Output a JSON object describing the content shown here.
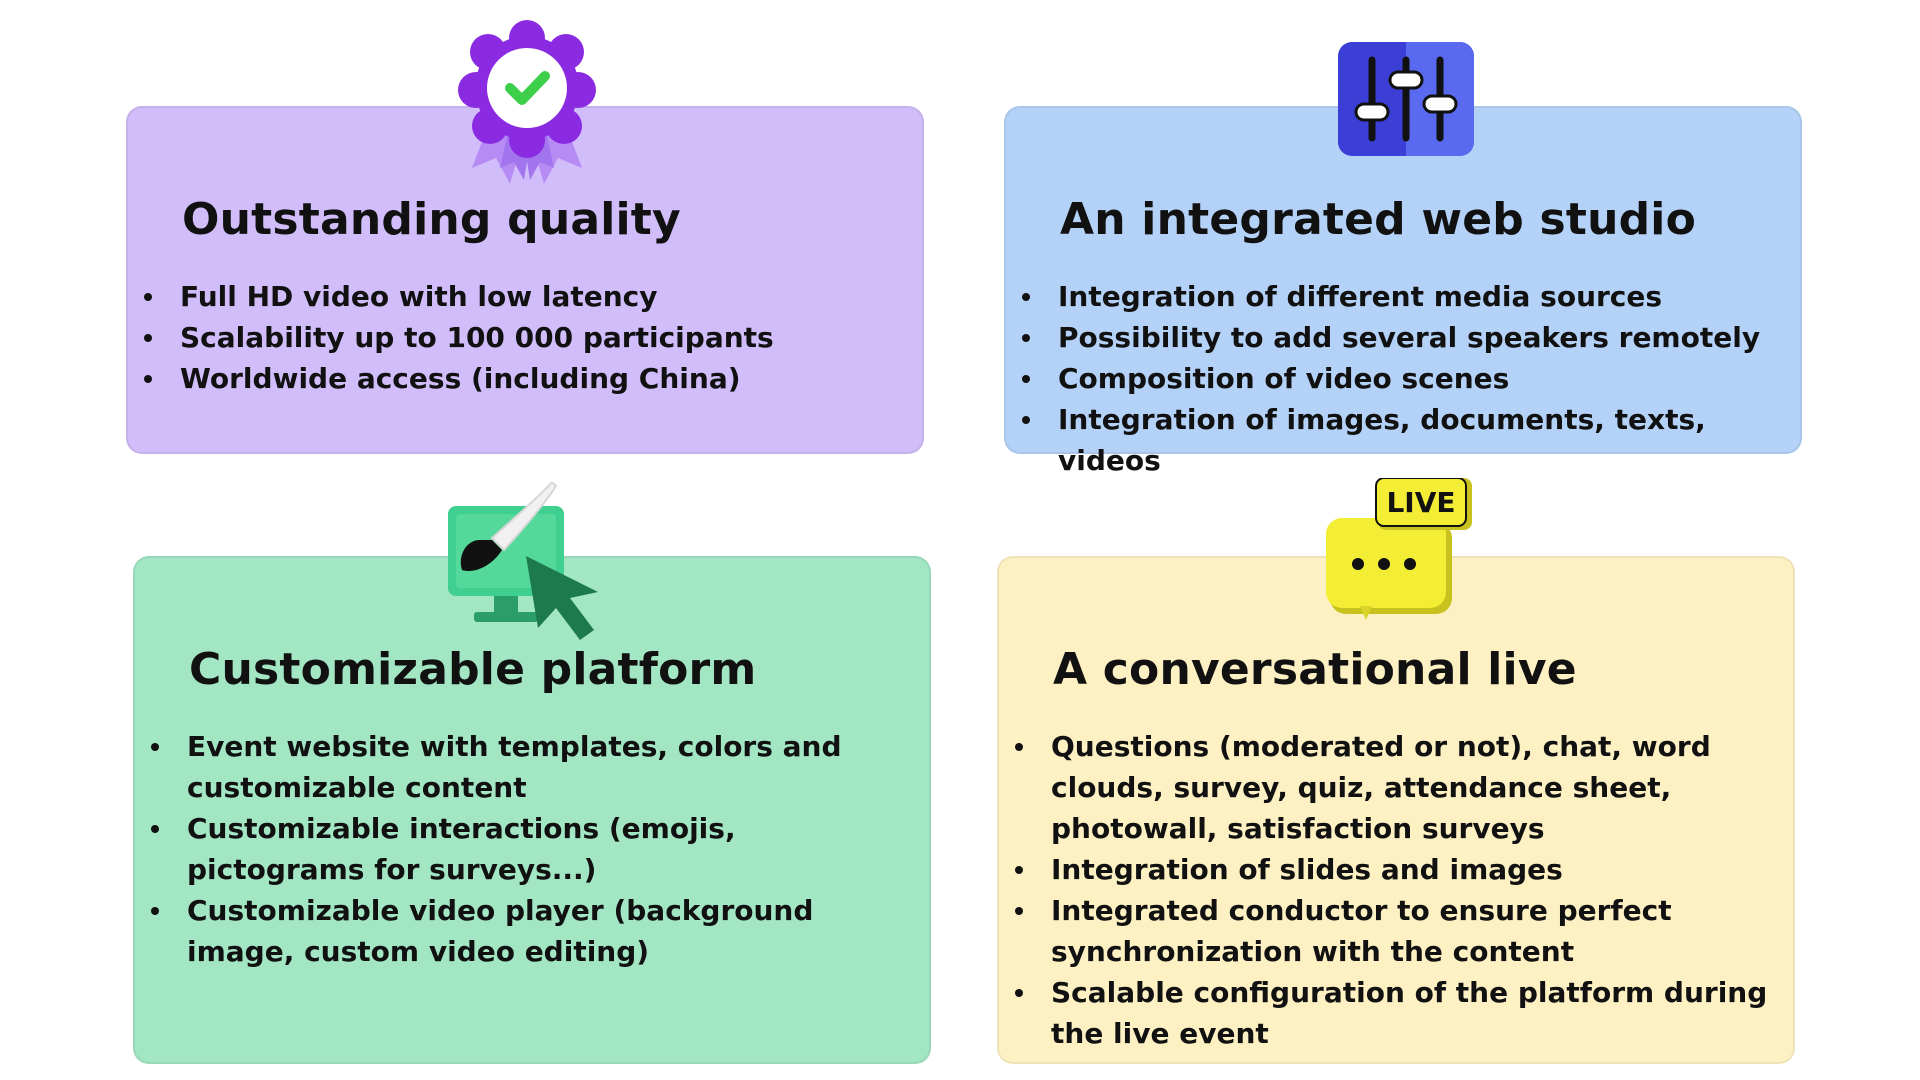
{
  "cards": [
    {
      "title": "Outstanding quality",
      "icon": "award-ribbon-icon",
      "items": [
        "Full HD video with low latency",
        "Scalability up to 100 000 participants",
        "Worldwide access (including China)"
      ]
    },
    {
      "title": "An integrated web studio",
      "icon": "sliders-icon",
      "items": [
        "Integration of different media sources",
        "Possibility to add several speakers remotely",
        "Composition of video scenes",
        "Integration of images, documents, texts, videos"
      ]
    },
    {
      "title": "Customizable platform",
      "icon": "monitor-brush-cursor-icon",
      "items": [
        "Event website with templates, colors and customizable content",
        "Customizable interactions (emojis, pictograms for surveys...)",
        "Customizable video player (background image, custom video editing)"
      ]
    },
    {
      "title": "A conversational live",
      "icon": "live-chat-bubble-icon",
      "live_badge": "LIVE",
      "items": [
        "Questions (moderated or not), chat, word clouds, survey, quiz, attendance sheet, photowall, satisfaction surveys",
        "Integration of slides and images",
        "Integrated conductor to ensure perfect synchronization with the content",
        "Scalable configuration of the platform during the live event"
      ]
    }
  ],
  "colors": {
    "card_quality": "#d2bdfb",
    "card_studio": "#b4d2f8",
    "card_platform": "#a2e6c4",
    "card_live": "#fdf1c4"
  }
}
